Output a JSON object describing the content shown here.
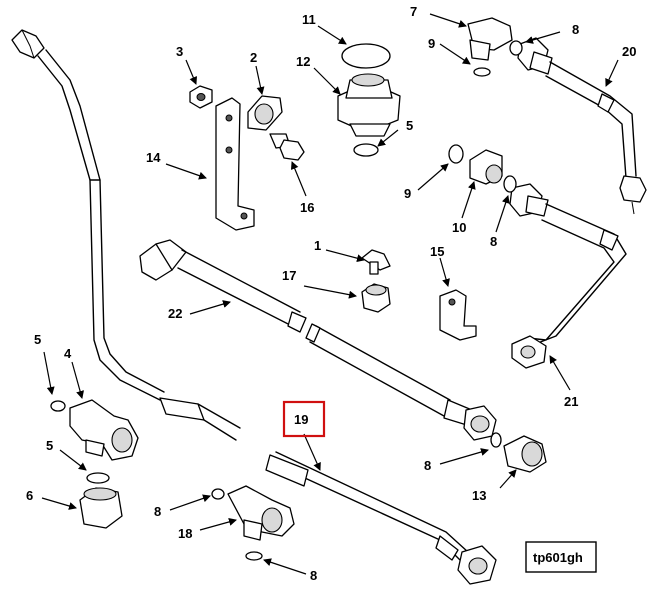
{
  "diagram": {
    "reference_code": "tp601gh",
    "highlighted_callout": "19",
    "callouts": {
      "c1": "1",
      "c2": "2",
      "c3": "3",
      "c4": "4",
      "c5a": "5",
      "c5b": "5",
      "c5c": "5",
      "c6": "6",
      "c7": "7",
      "c8a": "8",
      "c8b": "8",
      "c8c": "8",
      "c8d": "8",
      "c8e": "8",
      "c9a": "9",
      "c9b": "9",
      "c10": "10",
      "c11": "11",
      "c12": "12",
      "c13": "13",
      "c14": "14",
      "c15": "15",
      "c16": "16",
      "c17": "17",
      "c18": "18",
      "c19": "19",
      "c20": "20",
      "c21": "21",
      "c22": "22"
    },
    "colors": {
      "highlight": "#d01010",
      "line": "#000000"
    }
  }
}
